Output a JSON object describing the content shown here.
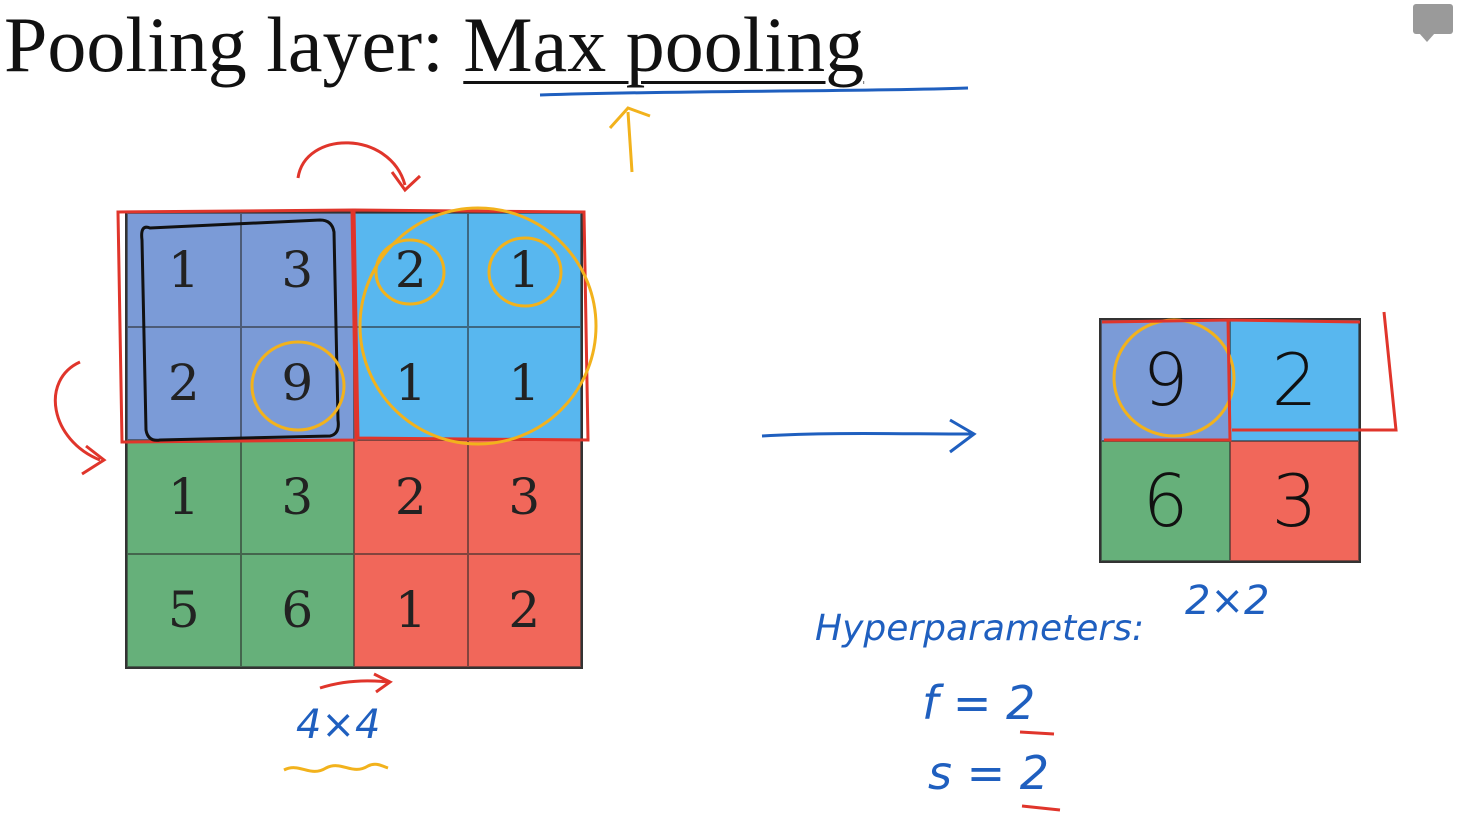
{
  "title": {
    "prefix": "Pooling layer: ",
    "highlight": "Max pooling"
  },
  "input_grid": {
    "size_label": "4×4",
    "rows": [
      [
        "1",
        "3",
        "2",
        "1"
      ],
      [
        "2",
        "9",
        "1",
        "1"
      ],
      [
        "1",
        "3",
        "2",
        "3"
      ],
      [
        "5",
        "6",
        "1",
        "2"
      ]
    ],
    "colors": {
      "top_left": "#7b9bd7",
      "top_right": "#58b7ef",
      "bottom_left": "#66b07a",
      "bottom_right": "#f1675a"
    }
  },
  "output_grid": {
    "size_label": "2×2",
    "rows": [
      [
        "9",
        "2"
      ],
      [
        "6",
        "3"
      ]
    ]
  },
  "hyperparameters": {
    "heading": "Hyperparameters:",
    "f_line": "f = 2",
    "s_line": "s = 2"
  },
  "ink_colors": {
    "red": "#e0352b",
    "orange": "#f2b21c",
    "blue": "#1f5fbf",
    "black": "#111111"
  },
  "icons": {
    "corner": "comment-icon"
  }
}
